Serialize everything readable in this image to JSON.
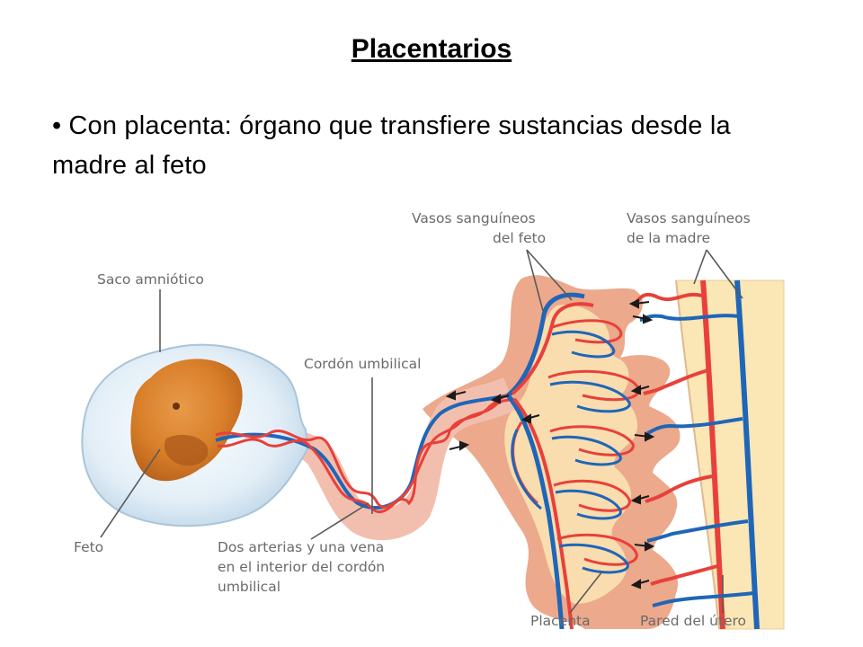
{
  "slide": {
    "title": "Placentarios",
    "bullet_text": "Con placenta: órgano que transfiere sustancias desde la madre al feto",
    "bullet_symbol": "•"
  },
  "diagram": {
    "labels": {
      "fetal_vessels_1": "Vasos sanguíneos",
      "fetal_vessels_2": "del feto",
      "maternal_vessels_1": "Vasos sanguíneos",
      "maternal_vessels_2": "de la madre",
      "amniotic_sac": "Saco amniótico",
      "umbilical_cord": "Cordón umbilical",
      "fetus": "Feto",
      "arteries_1": "Dos arterias y una vena",
      "arteries_2": "en el interior del cordón",
      "arteries_3": "umbilical",
      "placenta": "Placenta",
      "uterus_wall": "Pared del útero"
    },
    "colors": {
      "artery_red": "#e8403a",
      "vein_blue": "#1f66b8",
      "placenta_tissue": "#eca98c",
      "decidua_cream": "#fbe6b5",
      "amniotic_sac": "#dbe9f3",
      "fetus_orange": "#d9822b",
      "leader_line": "#5a5a5a"
    }
  }
}
